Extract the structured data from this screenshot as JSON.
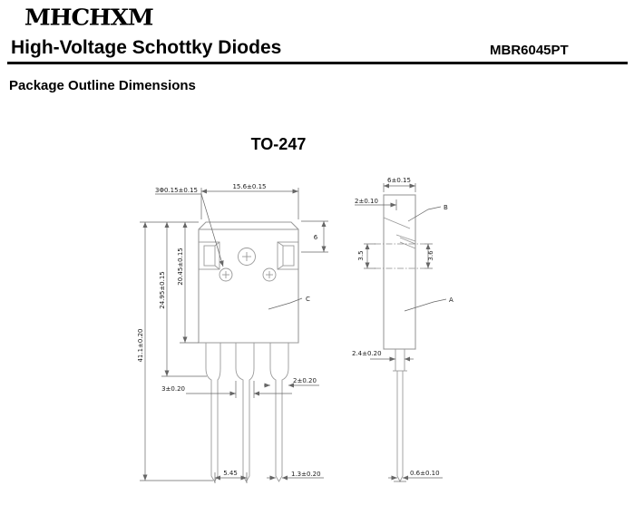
{
  "header": {
    "logo": "MHCHXM",
    "title": "High-Voltage Schottky Diodes",
    "part_number": "MBR6045PT"
  },
  "section_title": "Package Outline Dimensions",
  "drawing": {
    "package_name": "TO-247",
    "front": {
      "top_width": "15.6±0.15",
      "pin_marks": "3Φ0.15±0.15",
      "total_height": "41.1±0.20",
      "shoulder_height": "24.95±0.15",
      "body_height": "20.45±0.15",
      "hole_offset": "6",
      "label_c": "C",
      "mid_shoulder_width": "3±0.20",
      "right_shoulder_width": "2±0.20",
      "pin_pitch": "5.45",
      "pin_width": "1.3±0.20"
    },
    "side": {
      "thickness": "6±0.15",
      "tab_offset": "2±0.10",
      "label_b": "B",
      "hole_position": "3.5",
      "hole_diameter": "3.6",
      "label_a": "A",
      "pin_thickness": "2.4±0.20",
      "pin_tip": "0.6±0.10"
    }
  },
  "colors": {
    "background": "#ffffff",
    "text": "#111111",
    "geometry_line": "#9a9a9a",
    "dimension_line": "#666666"
  }
}
